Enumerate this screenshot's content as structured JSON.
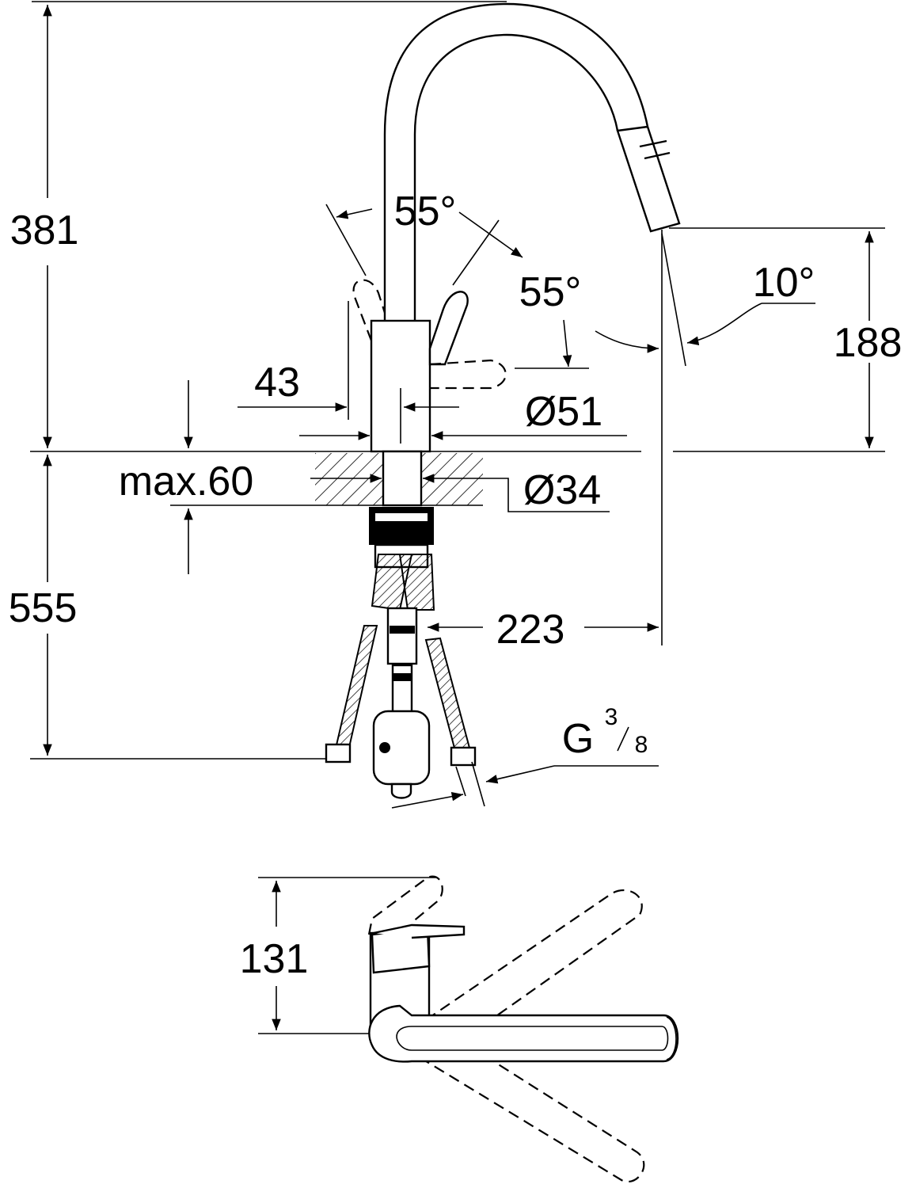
{
  "side_view": {
    "height_above_counter": "381",
    "height_below_counter": "555",
    "lever_angle_left": "55°",
    "lever_angle_right": "55°",
    "spray_angle": "10°",
    "spout_height": "188",
    "lever_offset": "43",
    "body_diameter": "Ø51",
    "max_counter_thickness": "max.60",
    "mount_diameter": "Ø34",
    "spout_reach": "223",
    "connection_thread": "G",
    "connection_thread_num": "3",
    "connection_thread_den": "8"
  },
  "top_view": {
    "lever_projection": "131"
  }
}
